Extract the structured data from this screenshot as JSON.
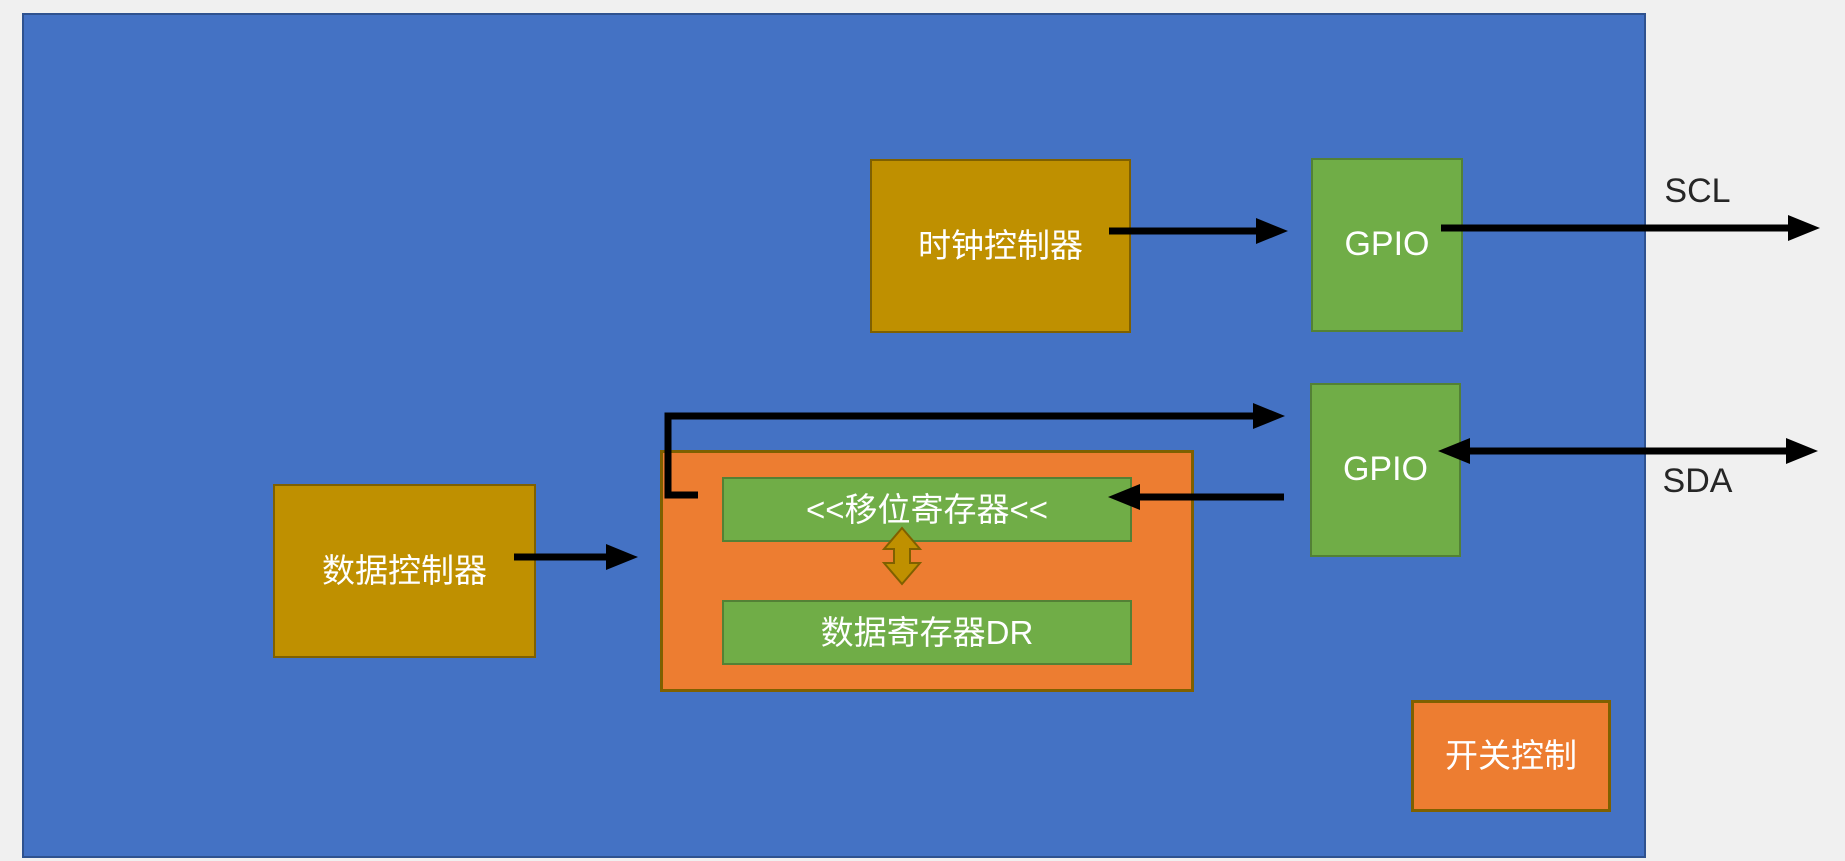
{
  "colors": {
    "page-bg": "#f0f0f0",
    "chip-bg": "#4472c4",
    "chip-border": "#2f528f",
    "gold-fill": "#bf9000",
    "gold-border": "#7f6000",
    "green-fill": "#70ad47",
    "green-border": "#538135",
    "orange-fill": "#ed7d31",
    "orange-border": "#7f6000",
    "line-color": "#000000",
    "label-light": "#ffffff",
    "label-dark": "#262626"
  },
  "diagram": {
    "clock_controller": "时钟控制器",
    "gpio_top": "GPIO",
    "gpio_bottom": "GPIO",
    "data_controller": "数据控制器",
    "shift_register": "<<移位寄存器<<",
    "data_register": "数据寄存器DR",
    "switch_control": "开关控制",
    "scl": "SCL",
    "sda": "SDA"
  }
}
